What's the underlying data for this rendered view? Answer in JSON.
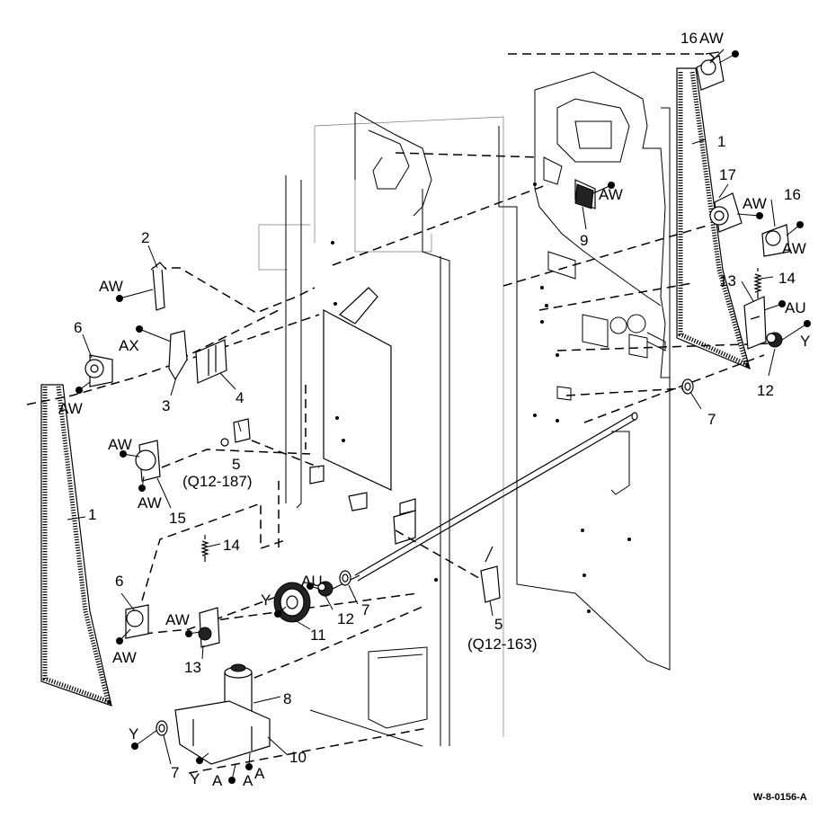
{
  "drawing_id": "W-8-0156-A",
  "callouts": [
    {
      "id": "c16a",
      "text": "16"
    },
    {
      "id": "c1a",
      "text": "1"
    },
    {
      "id": "c17",
      "text": "17"
    },
    {
      "id": "c16b",
      "text": "16"
    },
    {
      "id": "c14a",
      "text": "14"
    },
    {
      "id": "c13a",
      "text": "13"
    },
    {
      "id": "c12a",
      "text": "12"
    },
    {
      "id": "c7a",
      "text": "7"
    },
    {
      "id": "c9",
      "text": "9"
    },
    {
      "id": "c2",
      "text": "2"
    },
    {
      "id": "c6a",
      "text": "6"
    },
    {
      "id": "c3",
      "text": "3"
    },
    {
      "id": "c4",
      "text": "4"
    },
    {
      "id": "c5a",
      "text": "5"
    },
    {
      "id": "c15",
      "text": "15"
    },
    {
      "id": "c1b",
      "text": "1"
    },
    {
      "id": "c14b",
      "text": "14"
    },
    {
      "id": "c6b",
      "text": "6"
    },
    {
      "id": "c13b",
      "text": "13"
    },
    {
      "id": "c11",
      "text": "11"
    },
    {
      "id": "c12b",
      "text": "12"
    },
    {
      "id": "c7b",
      "text": "7"
    },
    {
      "id": "c5b",
      "text": "5"
    },
    {
      "id": "c8",
      "text": "8"
    },
    {
      "id": "c10",
      "text": "10"
    },
    {
      "id": "c7c",
      "text": "7"
    }
  ],
  "references": {
    "q12_187": "(Q12-187)",
    "q12_163": "(Q12-163)"
  },
  "fasteners": [
    {
      "id": "f_aw1",
      "text": "AW"
    },
    {
      "id": "f_aw2",
      "text": "AW"
    },
    {
      "id": "f_aw3",
      "text": "AW"
    },
    {
      "id": "f_aw4",
      "text": "AW"
    },
    {
      "id": "f_au1",
      "text": "AU"
    },
    {
      "id": "f_y1",
      "text": "Y"
    },
    {
      "id": "f_aw5",
      "text": "AW"
    },
    {
      "id": "f_aw6",
      "text": "AW"
    },
    {
      "id": "f_ax",
      "text": "AX"
    },
    {
      "id": "f_aw7",
      "text": "AW"
    },
    {
      "id": "f_aw8",
      "text": "AW"
    },
    {
      "id": "f_aw9",
      "text": "AW"
    },
    {
      "id": "f_aw10",
      "text": "AW"
    },
    {
      "id": "f_au2",
      "text": "AU"
    },
    {
      "id": "f_y2",
      "text": "Y"
    },
    {
      "id": "f_y3",
      "text": "Y"
    },
    {
      "id": "f_y4",
      "text": "Y"
    },
    {
      "id": "f_a1",
      "text": "A"
    },
    {
      "id": "f_a2",
      "text": "A"
    },
    {
      "id": "f_a3",
      "text": "A"
    }
  ]
}
